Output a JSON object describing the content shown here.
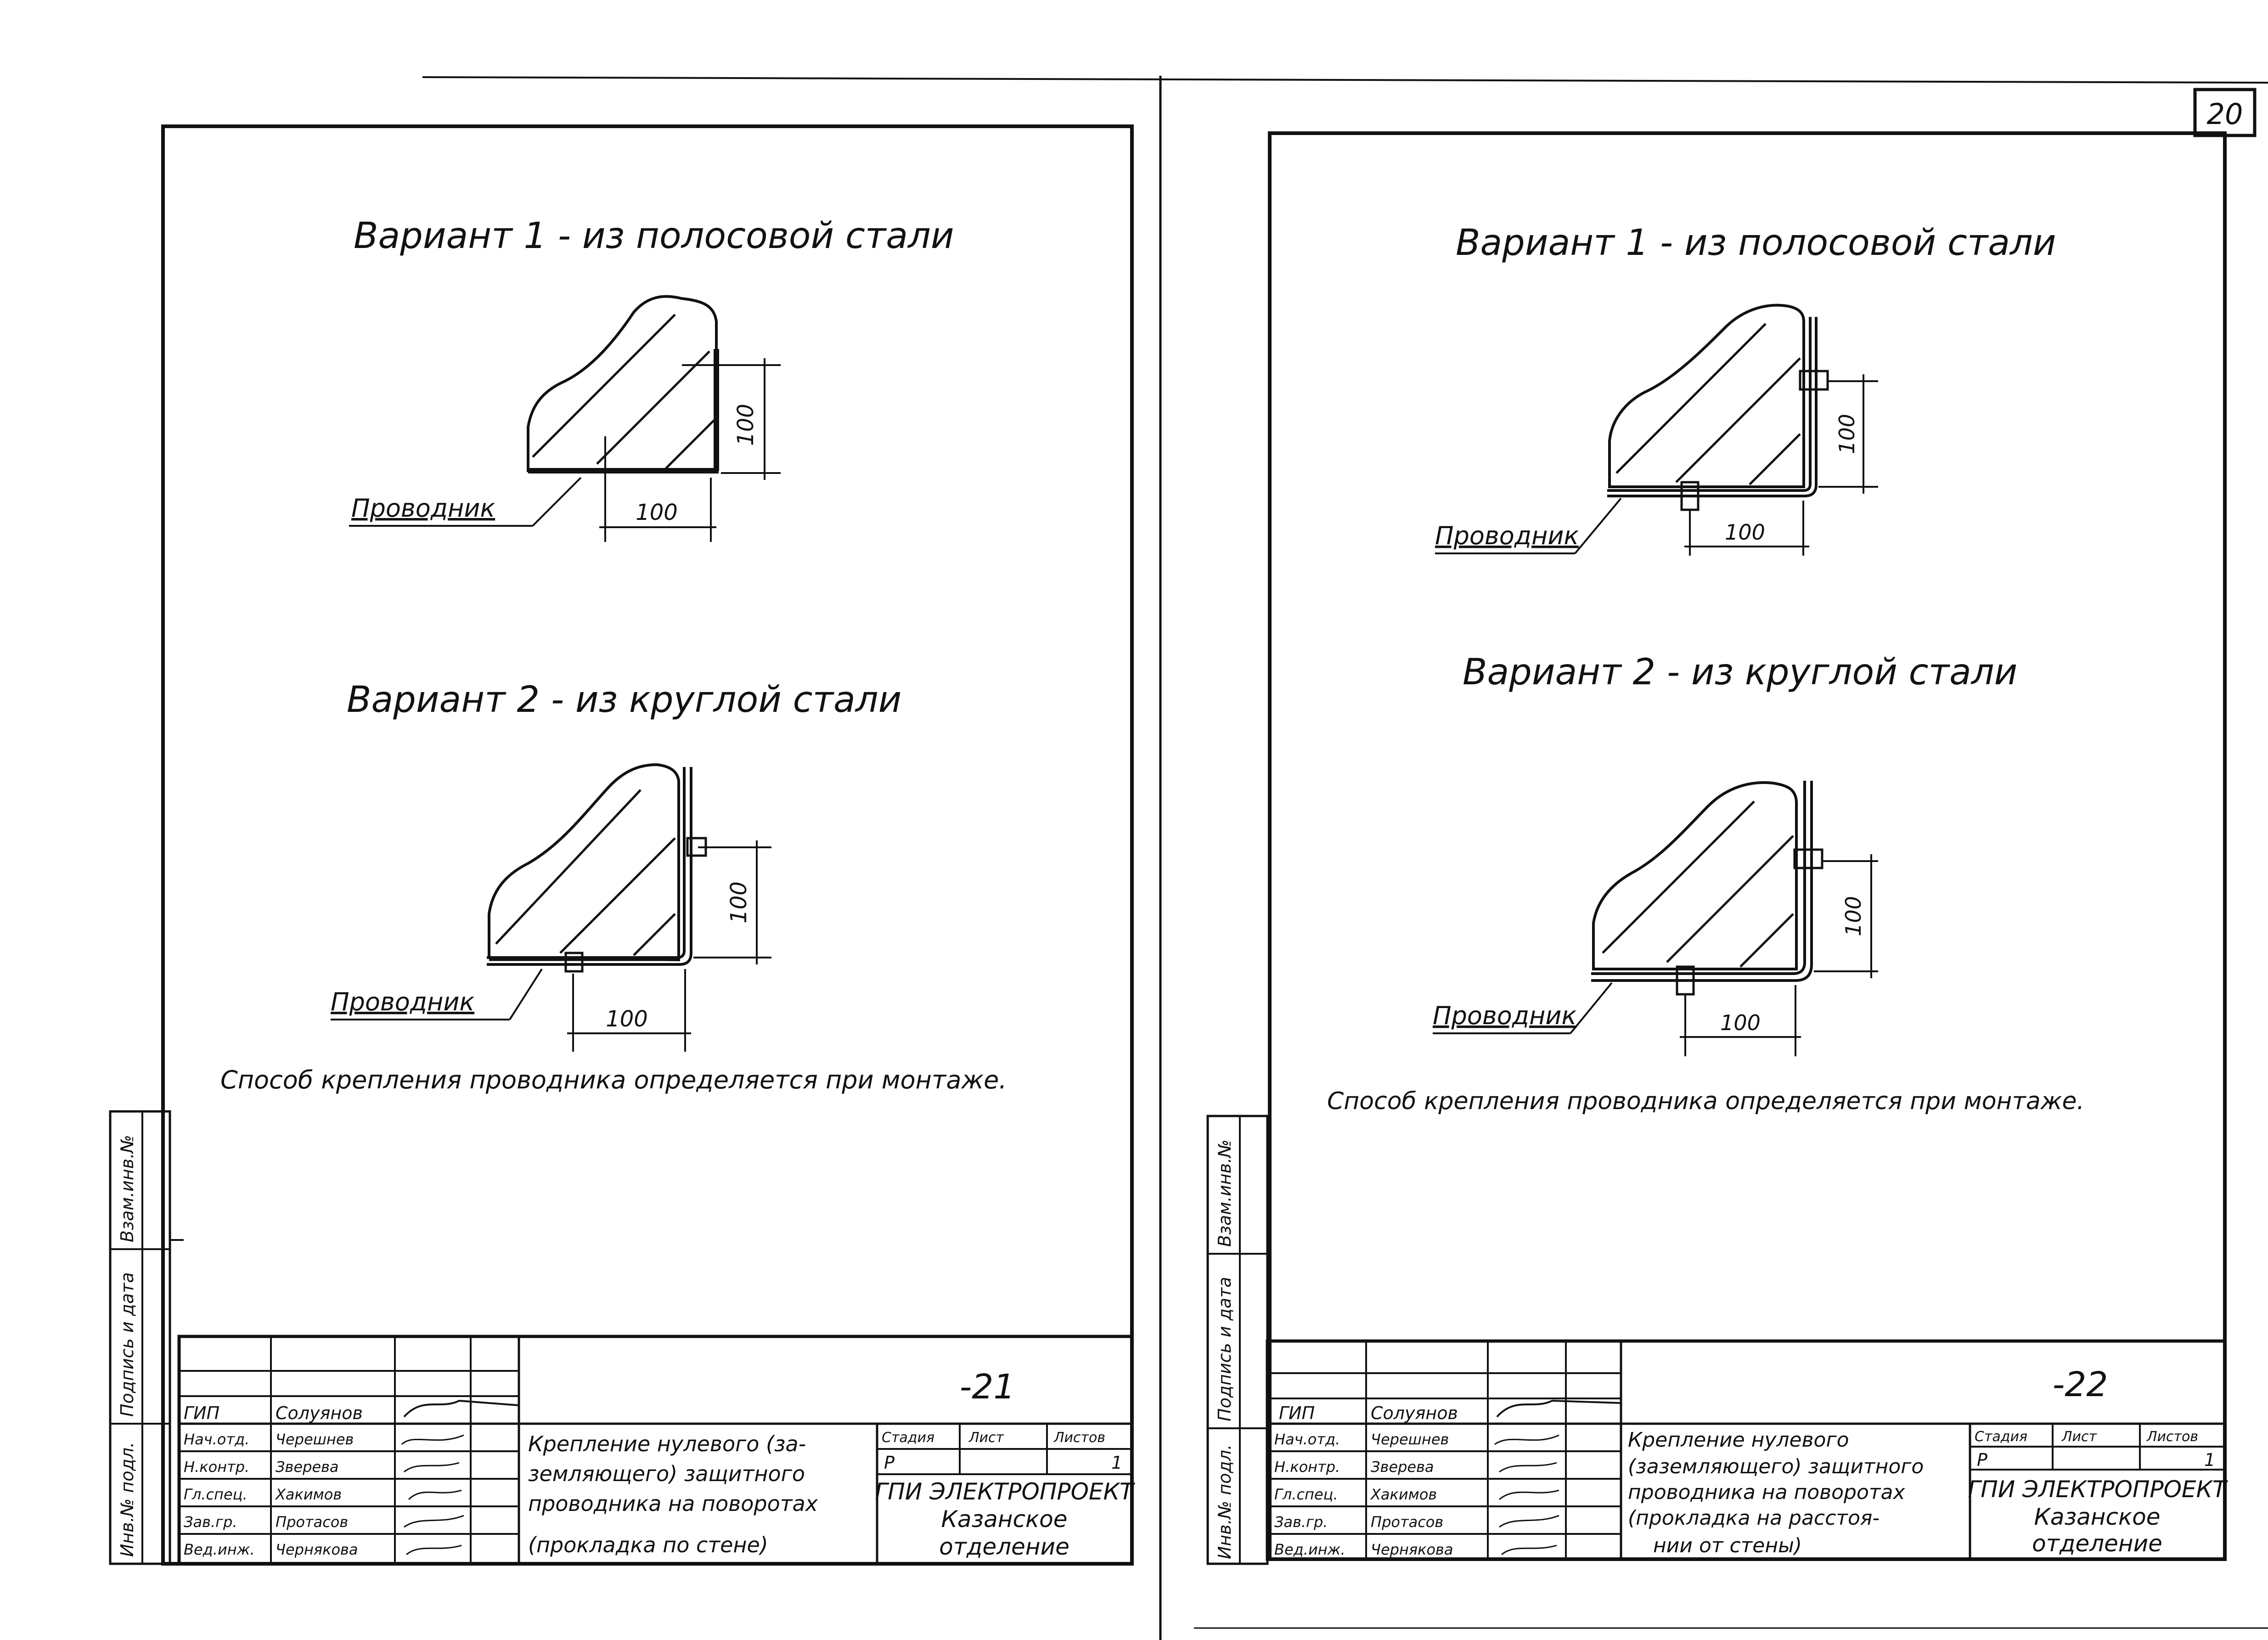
{
  "page_number": "20",
  "sheets": [
    {
      "variant1_title": "Вариант 1 - из полосовой стали",
      "variant2_title": "Вариант 2 - из круглой стали",
      "conductor_label": "Проводник",
      "dim_horizontal": "100",
      "dim_vertical": "100",
      "note": "Способ крепления проводника определяется при монтаже.",
      "sheet_code": "-21",
      "title_lines": [
        "Крепление нулевого (за-",
        "земляющего) защитного",
        "проводника на поворотах",
        "(прокладка по стене)"
      ],
      "signers": [
        {
          "role": "ГИП",
          "name": "Солуянов"
        },
        {
          "role": "Нач.отд.",
          "name": "Черешнев"
        },
        {
          "role": "Н.контр.",
          "name": "Зверева"
        },
        {
          "role": "Гл.спец.",
          "name": "Хакимов"
        },
        {
          "role": "Зав.гр.",
          "name": "Протасов"
        },
        {
          "role": "Вед.инж.",
          "name": "Чернякова"
        }
      ],
      "stage_header": "Стадия",
      "sheet_header": "Лист",
      "sheets_header": "Листов",
      "stage": "Р",
      "sheet_no": "1",
      "org_lines": [
        "ГПИ ЭЛЕКТРОПРОЕКТ",
        "Казанское",
        "отделение"
      ],
      "side_labels": [
        "Инв.№ подл.",
        "Подпись и дата",
        "Взам.инв.№"
      ]
    },
    {
      "variant1_title": "Вариант 1 - из полосовой стали",
      "variant2_title": "Вариант 2 - из круглой стали",
      "conductor_label": "Проводник",
      "dim_horizontal": "100",
      "dim_vertical": "100",
      "note": "Способ крепления проводника определяется при монтаже.",
      "sheet_code": "-22",
      "title_lines": [
        "Крепление нулевого",
        "(заземляющего) защитного",
        "проводника на поворотах",
        "(прокладка на расстоя-",
        "нии от стены)"
      ],
      "signers": [
        {
          "role": "ГИП",
          "name": "Солуянов"
        },
        {
          "role": "Нач.отд.",
          "name": "Черешнев"
        },
        {
          "role": "Н.контр.",
          "name": "Зверева"
        },
        {
          "role": "Гл.спец.",
          "name": "Хакимов"
        },
        {
          "role": "Зав.гр.",
          "name": "Протасов"
        },
        {
          "role": "Вед.инж.",
          "name": "Чернякова"
        }
      ],
      "stage_header": "Стадия",
      "sheet_header": "Лист",
      "sheets_header": "Листов",
      "stage": "Р",
      "sheet_no": "1",
      "org_lines": [
        "ГПИ ЭЛЕКТРОПРОЕКТ",
        "Казанское",
        "отделение"
      ],
      "side_labels": [
        "Инв.№ подл.",
        "Подпись и дата",
        "Взам.инв.№"
      ]
    }
  ]
}
